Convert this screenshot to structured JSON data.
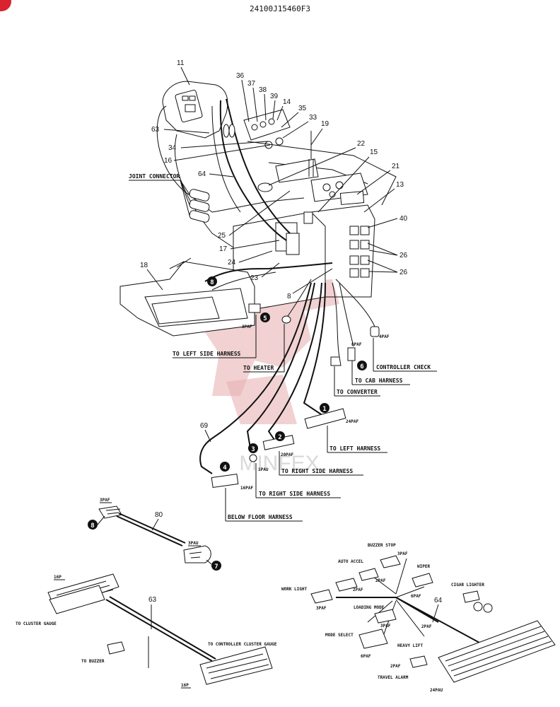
{
  "header": {
    "drawing_code": "24100J15460F3"
  },
  "watermark": {
    "text": "MINFEX",
    "color": "#d9232e"
  },
  "part_numbers": [
    "11",
    "36",
    "37",
    "38",
    "39",
    "14",
    "35",
    "33",
    "19",
    "63",
    "34",
    "16",
    "22",
    "15",
    "64",
    "21",
    "13",
    "40",
    "26",
    "26",
    "25",
    "17",
    "24",
    "23",
    "8",
    "18"
  ],
  "circle_markers": [
    "1",
    "2",
    "3",
    "4",
    "5",
    "6",
    "7",
    "8"
  ],
  "connector_codes": {
    "c5": "3PAF",
    "c6": "6PAF",
    "c_ctrl": "4PAF",
    "c1": "24PAF",
    "c2": "20PAF",
    "c3": "1PAU",
    "c4": "16PAF",
    "s80a": "3PAF",
    "s80b": "3PAU",
    "s63a": "16P",
    "s63b": "16P",
    "buzzer_stop": "3PAF",
    "auto_accel": "2PAF",
    "wiper": "2PAF",
    "work_light_a": "2PAF",
    "work_light_b": "3PAF",
    "wiper_b": "6PAF",
    "loading_mode": "3PAF",
    "mode_select": "6PAF",
    "heavy_lift": "2PAF",
    "travel_alarm": "2PAF",
    "main": "24PAU"
  },
  "callouts": {
    "joint_connector": "JOINT CONNECTOR",
    "to_left_side_harness": "TO LEFT SIDE HARNESS",
    "to_heater": "TO HEATER",
    "controller_check": "CONTROLLER CHECK",
    "to_cab_harness": "TO CAB HARNESS",
    "to_converter": "TO CONVERTER",
    "to_left_harness": "TO LEFT HARNESS",
    "to_right_side_harness_a": "TO RIGHT SIDE HARNESS",
    "to_right_side_harness_b": "TO RIGHT SIDE HARNESS",
    "below_floor_harness": "BELOW FLOOR HARNESS"
  },
  "sub_harness_80": {
    "part": "80",
    "marker_a": "8",
    "marker_b": "7"
  },
  "sub_harness_63": {
    "part": "63",
    "to_cluster_gauge": "TO CLUSTER GAUGE",
    "to_buzzer": "TO BUZZER",
    "to_controller_cluster_gauge": "TO CONTROLLER  CLUSTER GAUGE"
  },
  "sub_harness_64": {
    "part": "64",
    "buzzer_stop": "BUZZER STOP",
    "auto_accel": "AUTO ACCEL",
    "wiper": "WIPER",
    "cigar_lighter": "CIGAR LIGHTER",
    "work_light": "WORK LIGHT",
    "loading_mode": "LOADING MODE",
    "mode_select": "MODE SELECT",
    "heavy_lift": "HEAVY LIFT",
    "travel_alarm": "TRAVEL ALARM"
  },
  "part_69": "69"
}
